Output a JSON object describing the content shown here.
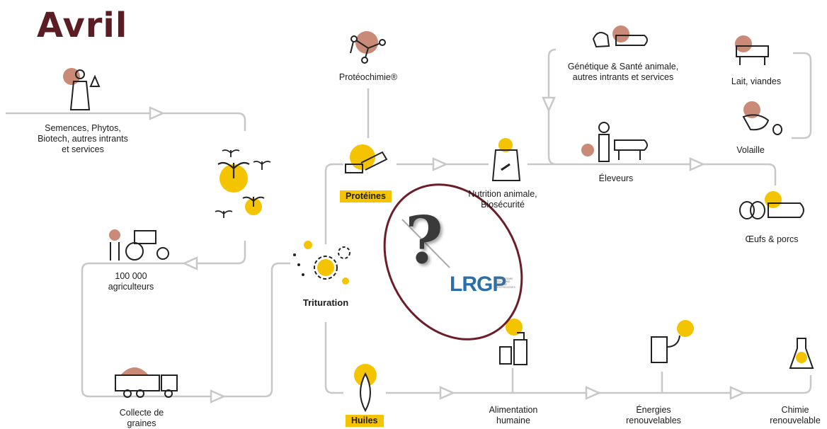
{
  "brand": {
    "logo_text": "Avril"
  },
  "nodes": {
    "semences": "Semences, Phytos,\nBiotech, autres intrants\net services",
    "agriculteurs": "100 000\nagriculteurs",
    "collecte": "Collecte de\ngraines",
    "trituration": "Trituration",
    "proteochimie": "Protéochimie®",
    "proteines": "Protéines",
    "huiles": "Huiles",
    "nutrition": "Nutrition animale,\nBiosécurité",
    "genetique": "Génétique & Santé animale,\nautres intrants et services",
    "eleveurs": "Éleveurs",
    "lait": "Lait, viandes",
    "volaille": "Volaille",
    "oeufs": "Œufs & porcs",
    "alimentation": "Alimentation\nhumaine",
    "energies": "Énergies\nrenouvelables",
    "chimie": "Chimie\nrenouvelable"
  },
  "overlay": {
    "question_mark": "?",
    "lrgp_logo": "LRGP",
    "lrgp_subtitle": "LABORATOIRE\nRÉACTIONS\nET GÉNIE\nDES PROCÉDÉS"
  },
  "colors": {
    "brand": "#5b1d24",
    "accent_yellow": "#f5c400",
    "accent_terracotta": "#c98a78",
    "line": "#c8c8c8",
    "circle_outline": "#6b1e2a",
    "lrgp_blue": "#2a6fa8"
  }
}
